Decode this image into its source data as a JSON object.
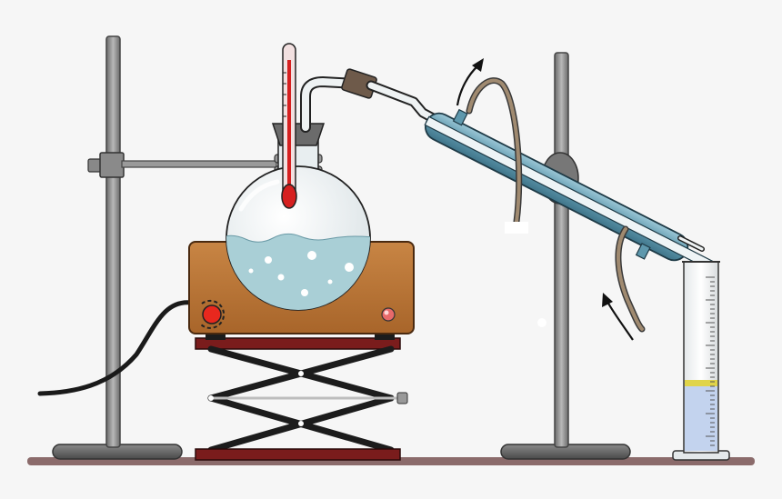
{
  "diagram": {
    "background": "#f6f6f6",
    "colors": {
      "stand_rod": "#9a9a9a",
      "stand_rod_edge": "#4a4a4a",
      "stand_base": "#6e6e6e",
      "bench": "#8b6b6b",
      "heater_body": "#c07a3a",
      "heater_edge": "#5a3a1a",
      "knob": "#e8281e",
      "indicator_light": "#e86a6a",
      "jack_plate": "#7a1c1c",
      "jack_arms": "#1c1c1c",
      "flask_glass": "#e8eef0",
      "liquid": "#a9cfd6",
      "thermometer_mercury": "#d62020",
      "rubber_stopper": "#6e5a4a",
      "tubing": "#a08a70",
      "condenser_jacket": "#6fa8be",
      "cylinder_liquid": "#c3d3ee",
      "distillate_band": "#e0d44a",
      "cable": "#1a1a1a"
    },
    "components": [
      "ring-stand-left",
      "ring-stand-right",
      "clamp",
      "heating-mantle",
      "lab-jack",
      "round-bottom-flask",
      "thermometer",
      "condenser",
      "graduated-cylinder",
      "power-cable",
      "water-inlet-tube",
      "water-outlet-tube",
      "flow-arrow-in",
      "flow-arrow-out"
    ]
  }
}
